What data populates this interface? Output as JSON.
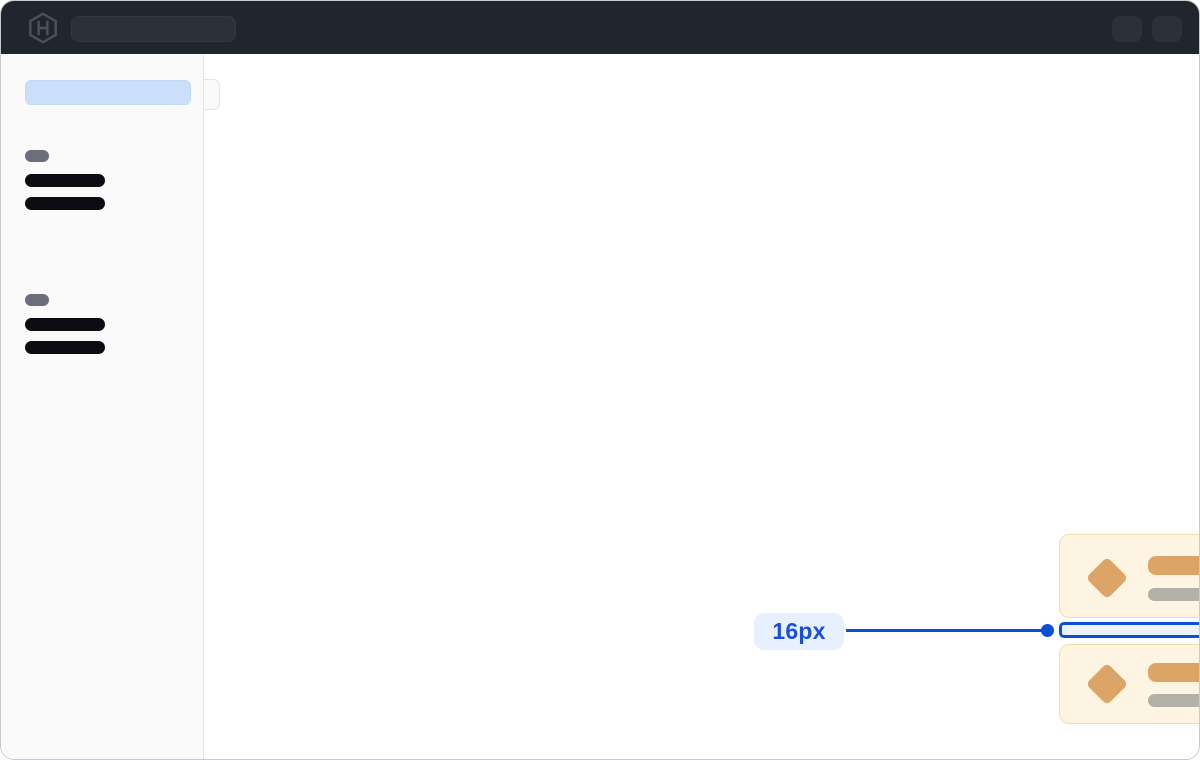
{
  "window": {
    "kind": "application-window"
  },
  "colors": {
    "window-border": "#c8cacd",
    "topbar-bg": "#21252e",
    "topbar-skeleton": "#2b303b",
    "logo-stroke": "#4a505c",
    "sidebar-bg": "#fafafa",
    "sidebar-border": "#e3e5e8",
    "selected-skeleton": "#cbdffb",
    "label-skeleton": "#6a6f79",
    "item-skeleton": "#0b0d12",
    "card-bg": "#fdf5e1",
    "card-border": "#f3ddb0",
    "card-accent": "#dda467",
    "card-muted": "#b4b0a8",
    "annotation-blue": "#0b4fd6",
    "annotation-fill": "#edf3fd",
    "annotation-label-bg": "#e8effd",
    "annotation-text": "#1b4fd8"
  },
  "topbar": {
    "logo_icon": "hashicorp-logo-icon",
    "search_skeleton": "global-search placeholder (no text)",
    "action_skeletons": 2
  },
  "sidebar": {
    "selected_item_skeleton": "active nav item placeholder (no text)",
    "toggle": "sidebar-collapse-handle",
    "groups": [
      {
        "label_skeleton": true,
        "item_skeletons": 2
      },
      {
        "label_skeleton": true,
        "item_skeletons": 2
      }
    ]
  },
  "cards": [
    {
      "icon": "diamond-icon",
      "title_skeleton": true,
      "subtitle_skeleton": true
    },
    {
      "icon": "diamond-icon",
      "title_skeleton": true,
      "subtitle_skeleton": true
    }
  ],
  "annotation": {
    "label": "16px",
    "target": "vertical gap between the two cards"
  }
}
